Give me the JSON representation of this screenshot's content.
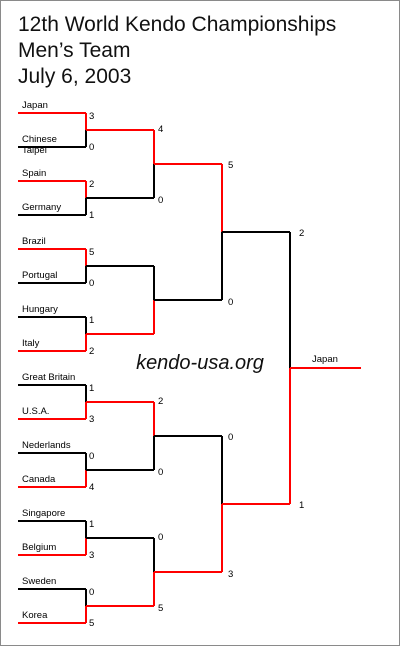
{
  "titles": [
    "12th World Kendo Championships",
    "Men’s Team",
    "July 6, 2003"
  ],
  "watermark": "kendo-usa.org",
  "colors": {
    "winner": "#ff0000",
    "loser": "#000000"
  },
  "teams": [
    {
      "name": "Japan",
      "score": "3",
      "win": true
    },
    {
      "name": "Chinese\nTaipei",
      "score": "0",
      "win": false
    },
    {
      "name": "Spain",
      "score": "2",
      "win": true
    },
    {
      "name": "Germany",
      "score": "1",
      "win": false
    },
    {
      "name": "Brazil",
      "score": "5",
      "win": true
    },
    {
      "name": "Portugal",
      "score": "0",
      "win": false
    },
    {
      "name": "Hungary",
      "score": "1",
      "win": false
    },
    {
      "name": "Italy",
      "score": "2",
      "win": true
    },
    {
      "name": "Great Britain",
      "score": "1",
      "win": false
    },
    {
      "name": "U.S.A.",
      "score": "3",
      "win": true
    },
    {
      "name": "Nederlands",
      "score": "0",
      "win": false
    },
    {
      "name": "Canada",
      "score": "4",
      "win": true
    },
    {
      "name": "Singapore",
      "score": "1",
      "win": false
    },
    {
      "name": "Belgium",
      "score": "3",
      "win": true
    },
    {
      "name": "Sweden",
      "score": "0",
      "win": false
    },
    {
      "name": "Korea",
      "score": "5",
      "win": true
    }
  ],
  "round2": [
    {
      "score": "4",
      "win": true
    },
    {
      "score": "0",
      "win": false
    },
    {
      "score": "",
      "win": false
    },
    {
      "score": "",
      "win": true
    },
    {
      "score": "2",
      "win": true
    },
    {
      "score": "0",
      "win": false
    },
    {
      "score": "0",
      "win": false
    },
    {
      "score": "5",
      "win": true
    }
  ],
  "round3": [
    {
      "score": "5",
      "win": true
    },
    {
      "score": "0",
      "win": false
    },
    {
      "score": "0",
      "win": false
    },
    {
      "score": "3",
      "win": true
    }
  ],
  "round4": [
    {
      "score": "2",
      "win": false
    },
    {
      "score": "1",
      "win": true
    }
  ],
  "champion": "Japan"
}
